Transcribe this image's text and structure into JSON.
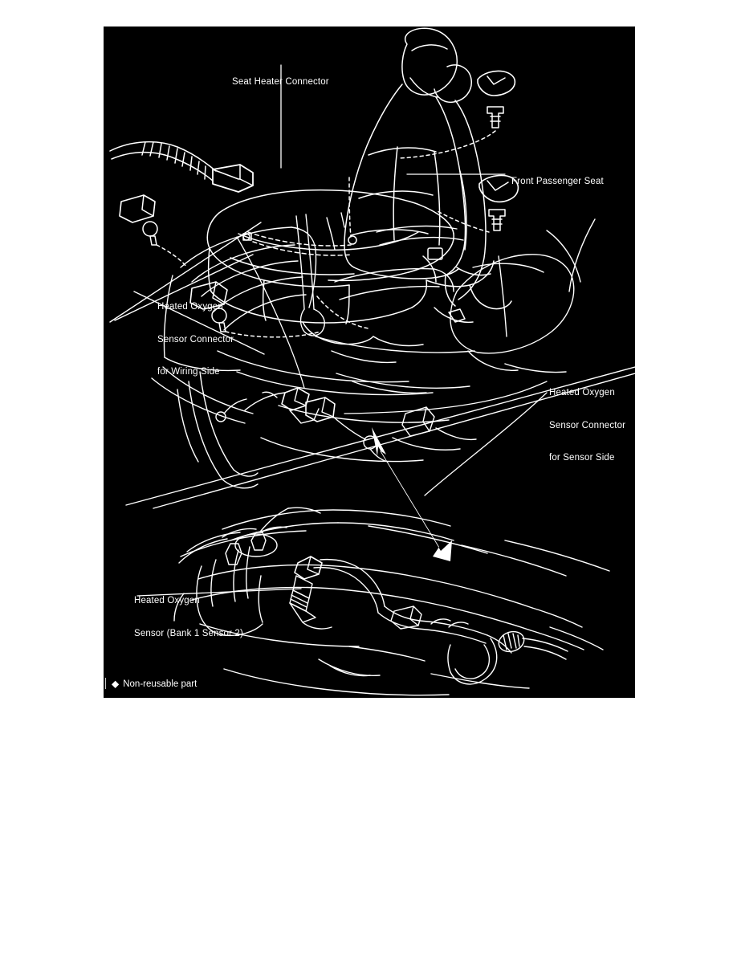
{
  "document": {
    "background_color": "#ffffff",
    "figure_background_color": "#000000",
    "line_color": "#ffffff"
  },
  "figure": {
    "callouts": [
      {
        "id": "seat-heater-connector",
        "text": "Seat Heater Connector",
        "lines": [
          "Seat Heater Connector"
        ]
      },
      {
        "id": "front-passenger-seat",
        "text": "Front Passenger Seat",
        "lines": [
          "Front Passenger Seat"
        ]
      },
      {
        "id": "ho2s-connector-wiring-side",
        "text": "Heated Oxygen Sensor Connector for Wiring Side",
        "lines": [
          "Heated Oxygen",
          "Sensor Connector",
          "for Wiring Side"
        ]
      },
      {
        "id": "ho2s-connector-sensor-side",
        "text": "Heated Oxygen Sensor Connector for Sensor Side",
        "lines": [
          "Heated Oxygen",
          "Sensor Connector",
          "for Sensor Side"
        ]
      },
      {
        "id": "ho2s-bank1-sensor2",
        "text": "Heated Oxygen Sensor (Bank 1 Sensor 2)",
        "lines": [
          "Heated Oxygen",
          "Sensor (Bank 1 Sensor 2)"
        ]
      }
    ],
    "legend": {
      "symbol": "◆",
      "symbol_name": "diamond-icon",
      "label": "Non-reusable part"
    }
  }
}
